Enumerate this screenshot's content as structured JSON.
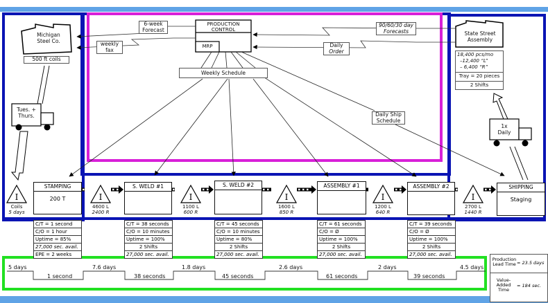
{
  "colors": {
    "band": "#5fa3e6",
    "blue_frame": "#0a14b4",
    "magenta_frame": "#d81fd8",
    "green_frame": "#22e022"
  },
  "supplier": {
    "name_line1": "Michigan",
    "name_line2": "Steel Co.",
    "delivery": "500 ft coils"
  },
  "customer": {
    "name_line1": "State Street",
    "name_line2": "Assembly",
    "demand": [
      "18,400 pcs/mo",
      "–12,400 “L”",
      "– 6,400 “R”"
    ],
    "tray": "Tray = 20 pieces",
    "shifts": "2 Shifts"
  },
  "control": {
    "title_line1": "PRODUCTION",
    "title_line2": "CONTROL",
    "mrp": "MRP",
    "weekly_schedule": "Weekly Schedule"
  },
  "info_flows": {
    "forecast_6wk_line1": "6-week",
    "forecast_6wk_line2": "Forecast",
    "weekly_fax_line1": "weekly",
    "weekly_fax_line2": "fax",
    "forecasts_906030_line1": "90/60/30 day",
    "forecasts_906030_line2": "Forecasts",
    "daily_order_line1": "Daily",
    "daily_order_line2": "Order",
    "daily_ship_line1": "Daily Ship",
    "daily_ship_line2": "Schedule"
  },
  "trucks": {
    "inbound_line1": "Tues. +",
    "inbound_line2": "Thurs.",
    "outbound_line1": "1x",
    "outbound_line2": "Daily"
  },
  "inventory": [
    {
      "symbol": "I",
      "line1": "Coils",
      "line2": "5 days"
    },
    {
      "symbol": "I",
      "line1": "4600 L",
      "line2": "2400 R"
    },
    {
      "symbol": "I",
      "line1": "1100 L",
      "line2": "600 R"
    },
    {
      "symbol": "I",
      "line1": "1600 L",
      "line2": "850 R"
    },
    {
      "symbol": "I",
      "line1": "1200 L",
      "line2": "640 R"
    },
    {
      "symbol": "I",
      "line1": "2700 L",
      "line2": "1440 R"
    }
  ],
  "processes": [
    {
      "name": "STAMPING",
      "detail": "200 T",
      "data": [
        "C/T = 1 second",
        "C/O = 1 hour",
        "Uptime = 85%",
        "27,000 sec. avail.",
        "EPE = 2 weeks"
      ]
    },
    {
      "name": "S. WELD #1",
      "detail": "",
      "data": [
        "C/T = 38 seconds",
        "C/O = 10 minutes",
        "Uptime = 100%",
        "2 Shifts",
        "27,000 sec. avail."
      ]
    },
    {
      "name": "S. WELD #2",
      "detail": "",
      "data": [
        "C/T = 45 seconds",
        "C/O = 10 minutes",
        "Uptime = 80%",
        "2 Shifts",
        "27,000 sec. avail."
      ]
    },
    {
      "name": "ASSEMBLY #1",
      "detail": "",
      "data": [
        "C/T = 61 seconds",
        "C/O = Ø",
        "Uptime = 100%",
        "2 Shifts",
        "27,000 sec. avail."
      ]
    },
    {
      "name": "ASSEMBLY #2",
      "detail": "",
      "data": [
        "C/T = 39 seconds",
        "C/O = Ø",
        "Uptime = 100%",
        "2 Shifts",
        "27,000 sec. avail."
      ]
    },
    {
      "name": "SHIPPING",
      "detail": "Staging",
      "data": []
    }
  ],
  "timeline": {
    "days": [
      "5 days",
      "7.6 days",
      "1.8 days",
      "2.6 days",
      "2 days",
      "4.5 days"
    ],
    "seconds": [
      "1 second",
      "38 seconds",
      "45 seconds",
      "61 seconds",
      "39 seconds"
    ]
  },
  "summary": {
    "lead_label_line1": "Production",
    "lead_label_line2": "Lead Time",
    "lead_value": "= 23.5 days",
    "va_label_line1": "Value-",
    "va_label_line2": "Added",
    "va_label_line3": "Time",
    "va_value": "= 184 sec."
  }
}
